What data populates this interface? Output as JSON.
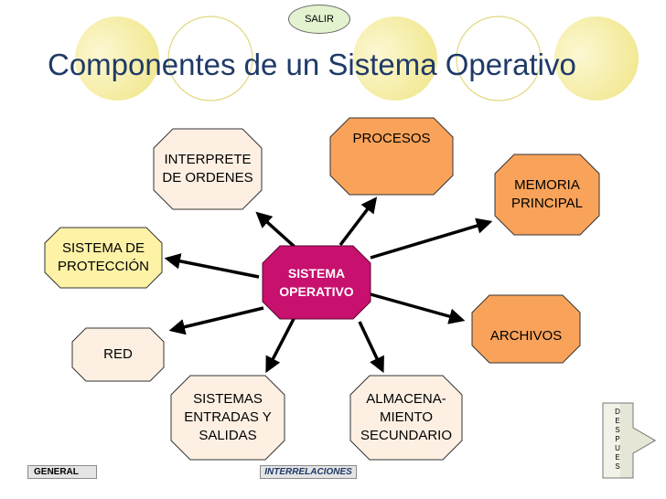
{
  "title": "Componentes de un Sistema Operativo",
  "salir_button": "SALIR",
  "center": "SISTEMA\nOPERATIVO",
  "components": {
    "interprete": "INTERPRETE\nDE ORDENES",
    "procesos": "PROCESOS",
    "memoria": "MEMORIA\nPRINCIPAL",
    "proteccion": "SISTEMA DE\nPROTECCIÓN",
    "archivos": "ARCHIVOS",
    "red": "RED",
    "entradas_salidas": "SISTEMAS\nENTRADAS Y\nSALIDAS",
    "almacenamiento": "ALMACENA-\nMIENTO\nSECUNDARIO"
  },
  "nav": {
    "general": "GENERAL",
    "interrelaciones": "INTERRELACIONES",
    "despues_letters": [
      "D",
      "E",
      "S",
      "P",
      "U",
      "E",
      "S"
    ]
  },
  "colors": {
    "title": "#1f3a68",
    "center_fill": "#c8106e",
    "light_fill": "#fdf0e3",
    "orange_fill": "#f9a35a",
    "yellow_fill": "#fdf2a6",
    "circle_fill": "#f6ef9a"
  }
}
